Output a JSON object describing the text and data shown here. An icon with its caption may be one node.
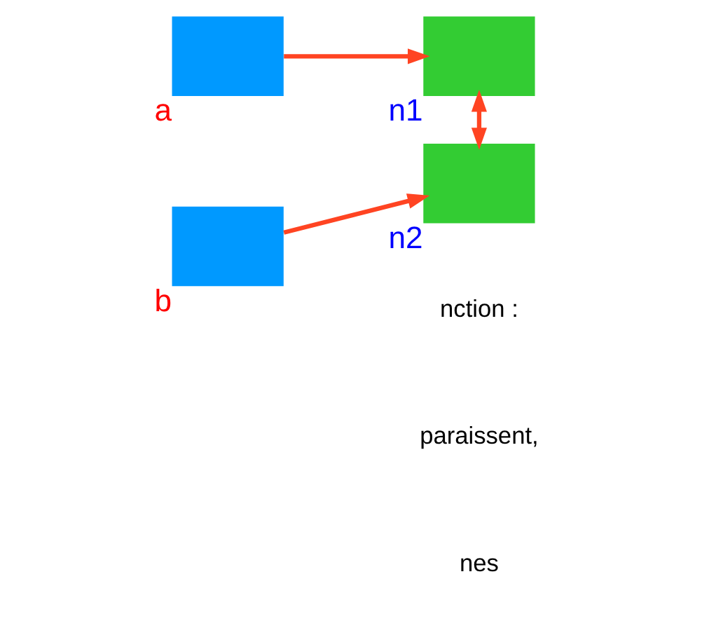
{
  "diagram": {
    "nodes": [
      {
        "text": [],
        "shape": "box",
        "beside": [
          "a"
        ]
      },
      {
        "text": [],
        "shape": "box",
        "beside": [
          "b"
        ]
      },
      {
        "text": [],
        "shape": "box",
        "beside": [
          "n1"
        ]
      },
      {
        "text": [],
        "shape": "box",
        "beside": [
          "n2"
        ]
      }
    ],
    "edges": [
      {
        "from": 0,
        "to": 2,
        "arrow": "to"
      },
      {
        "from": 1,
        "to": 3,
        "arrow": "to"
      },
      {
        "from": 2,
        "to": 3,
        "arrow": "both"
      }
    ],
    "labels": [
      "nction :",
      "paraissent,",
      "nes"
    ]
  }
}
